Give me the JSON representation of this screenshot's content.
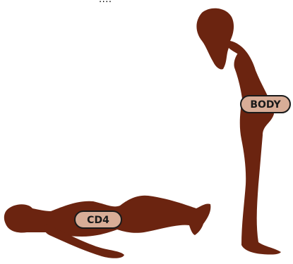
{
  "caption_fragment": "....",
  "figures": [
    {
      "id": "standing",
      "label": "BODY"
    },
    {
      "id": "lying",
      "label": "CD4"
    }
  ],
  "colors": {
    "silhouette": "#6b2410",
    "tag_fill": "#d8ad97",
    "tag_stroke": "#1a1a1a",
    "text": "#1a1a1a"
  }
}
